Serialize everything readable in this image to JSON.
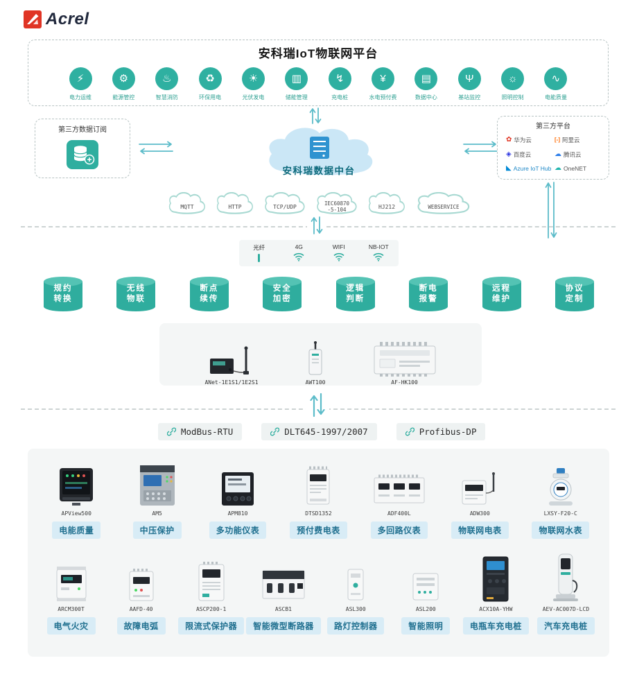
{
  "brand": {
    "name": "Acrel"
  },
  "colors": {
    "accent": "#2fae9f",
    "arrow": "#5cbcc9",
    "chip_bg": "#d8ecf6",
    "chip_text": "#1f6f8f"
  },
  "platform": {
    "title": "安科瑞IoT物联网平台",
    "apps": [
      {
        "label": "电力运维",
        "icon": "power-om-icon"
      },
      {
        "label": "能源管控",
        "icon": "energy-mgmt-icon"
      },
      {
        "label": "智慧消防",
        "icon": "smart-fire-icon"
      },
      {
        "label": "环保用电",
        "icon": "eco-power-icon"
      },
      {
        "label": "光伏发电",
        "icon": "pv-icon"
      },
      {
        "label": "储能管理",
        "icon": "storage-icon"
      },
      {
        "label": "充电桩",
        "icon": "charging-pile-icon"
      },
      {
        "label": "水电预付费",
        "icon": "prepaid-icon"
      },
      {
        "label": "数据中心",
        "icon": "data-center-icon"
      },
      {
        "label": "基站监控",
        "icon": "base-station-icon"
      },
      {
        "label": "照明控制",
        "icon": "lighting-icon"
      },
      {
        "label": "电能质量",
        "icon": "power-quality-icon"
      }
    ]
  },
  "thirdPartySub": {
    "title": "第三方数据订阅"
  },
  "dataHub": {
    "label": "安科瑞数据中台"
  },
  "thirdPartyPlatform": {
    "title": "第三方平台",
    "vendors": [
      {
        "name": "华为云"
      },
      {
        "name": "阿里云"
      },
      {
        "name": "百度云"
      },
      {
        "name": "腾讯云"
      },
      {
        "name": "Azure IoT Hub"
      },
      {
        "name": "OneNET"
      }
    ]
  },
  "protocolClouds": [
    {
      "l1": "MQTT"
    },
    {
      "l1": "HTTP"
    },
    {
      "l1": "TCP/UDP"
    },
    {
      "l1": "IEC60870",
      "l2": "-5-104"
    },
    {
      "l1": "HJ212"
    },
    {
      "l1": "WEBSERVICE"
    }
  ],
  "connectivity": [
    {
      "label": "光纤"
    },
    {
      "label": "4G"
    },
    {
      "label": "WIFI"
    },
    {
      "label": "NB-IOT"
    }
  ],
  "functions": [
    {
      "label": "规约\n转换"
    },
    {
      "label": "无线\n物联"
    },
    {
      "label": "断点\n续传"
    },
    {
      "label": "安全\n加密"
    },
    {
      "label": "逻辑\n判断"
    },
    {
      "label": "断电\n报警"
    },
    {
      "label": "远程\n维护"
    },
    {
      "label": "协议\n定制"
    }
  ],
  "gateways": [
    {
      "model": "ANet-1E1S1/1E2S1"
    },
    {
      "model": "AWT100"
    },
    {
      "model": "AF-HK100"
    }
  ],
  "busProtocols": [
    {
      "label": "ModBus-RTU"
    },
    {
      "label": "DLT645-1997/2007"
    },
    {
      "label": "Profibus-DP"
    }
  ],
  "deviceRows": [
    {
      "items": [
        {
          "model": "APView500",
          "label": "电能质量"
        },
        {
          "model": "AM5",
          "label": "中压保护"
        },
        {
          "model": "APM810",
          "label": "多功能仪表"
        },
        {
          "model": "DTSD1352",
          "label": "预付费电表"
        },
        {
          "model": "ADF400L",
          "label": "多回路仪表"
        },
        {
          "model": "ADW300",
          "label": "物联网电表"
        },
        {
          "model": "LXSY-F20-C",
          "label": "物联网水表"
        }
      ]
    },
    {
      "items": [
        {
          "model": "ARCM300T",
          "label": "电气火灾"
        },
        {
          "model": "AAFD-40",
          "label": "故障电弧"
        },
        {
          "model": "ASCP200-1",
          "label": "限流式保护器"
        },
        {
          "model": "ASCB1",
          "label": "智能微型断路器"
        },
        {
          "model": "ASL300",
          "label": "路灯控制器"
        },
        {
          "model": "ASL200",
          "label": "智能照明"
        },
        {
          "model": "ACX10A-YHW",
          "label": "电瓶车充电桩"
        },
        {
          "model": "AEV-AC007D-LCD",
          "label": "汽车充电桩"
        }
      ]
    }
  ]
}
